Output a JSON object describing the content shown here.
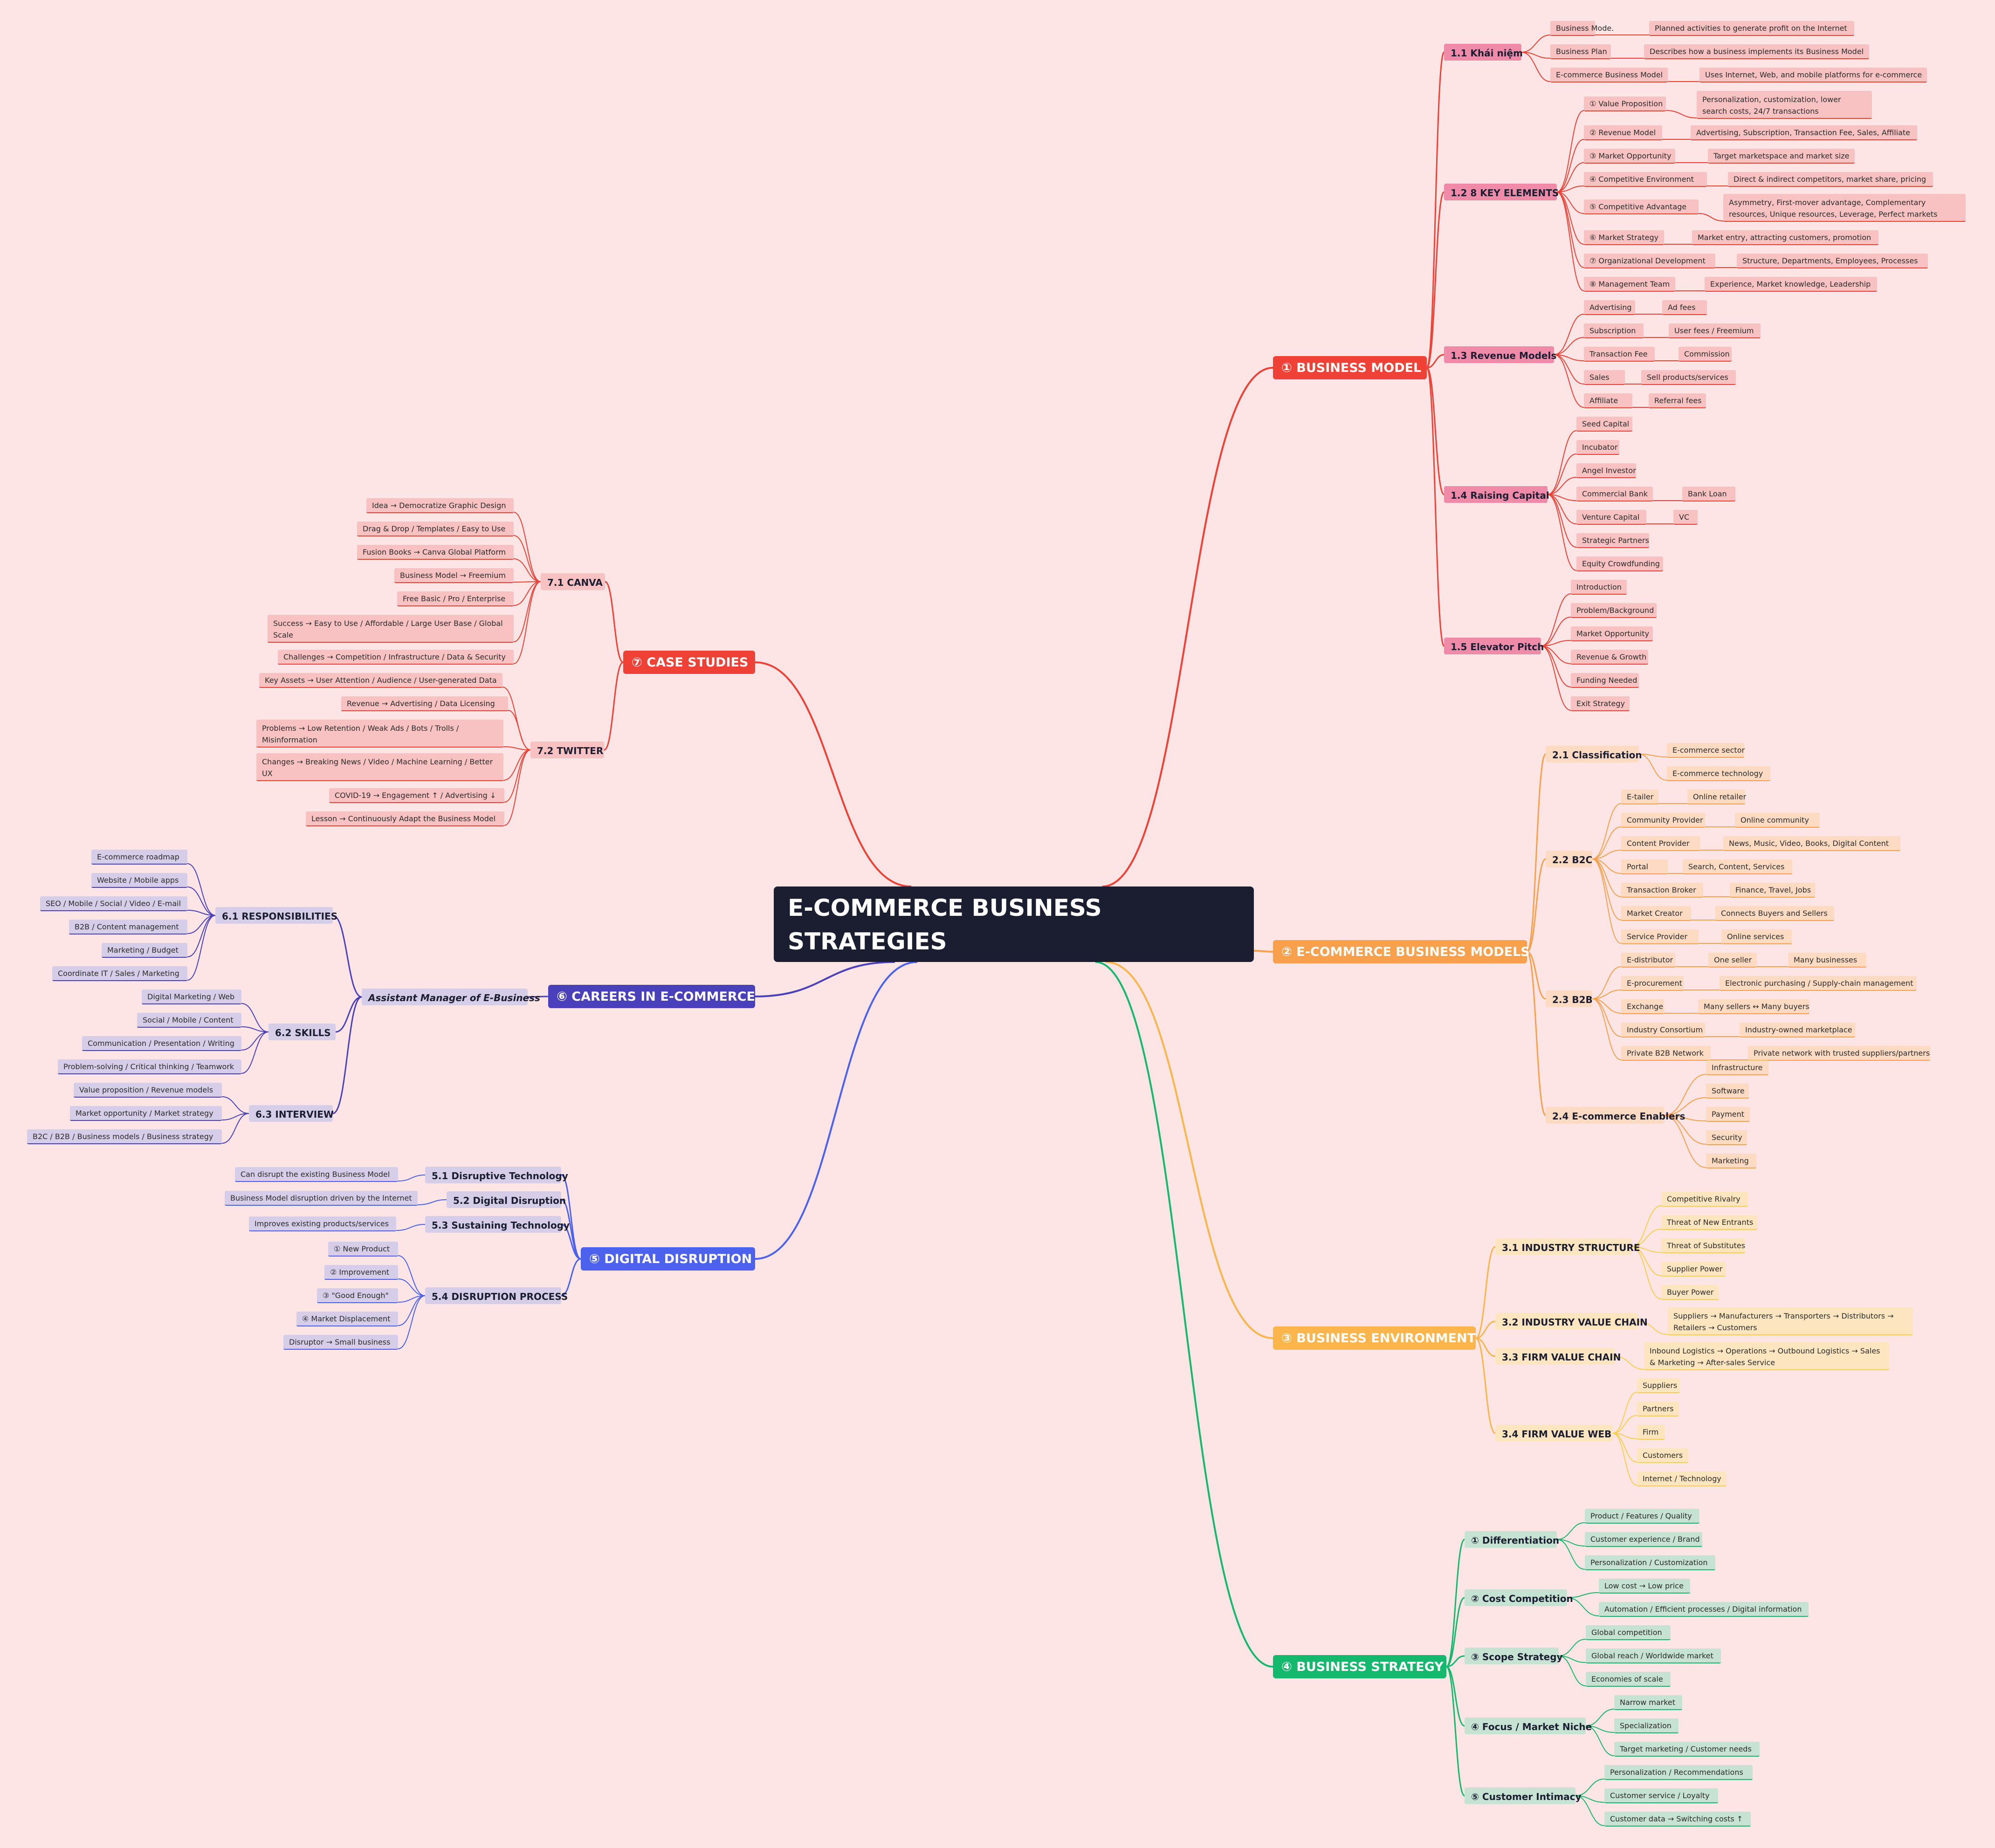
{
  "root": "E-COMMERCE BUSINESS STRATEGIES",
  "colors": {
    "background": "#fde5e5",
    "root": "#1b1e31",
    "business_model": "#ef4136",
    "ecommerce_models": "#f9a04c",
    "environment": "#fbb54b",
    "strategy": "#15b96e",
    "disruption": "#4c62ee",
    "careers": "#4a40bc",
    "case_studies": "#ef4136"
  },
  "branches": {
    "b1": {
      "title": "① BUSINESS MODEL",
      "s1": {
        "title": "1.1 Khái niệm",
        "items": [
          "Business Mode.",
          "Business Plan",
          "E-commerce Business Model"
        ],
        "details": [
          "Planned activities to generate profit on the Internet",
          "Describes how a business implements its Business Model",
          "Uses Internet, Web, and mobile platforms for e-commerce"
        ]
      },
      "s2": {
        "title": "1.2 8 KEY ELEMENTS",
        "items": [
          "① Value Proposition",
          "② Revenue Model",
          "③ Market Opportunity",
          "④ Competitive Environment",
          "⑤ Competitive Advantage",
          "⑥ Market Strategy",
          "⑦ Organizational Development",
          "⑧ Management Team"
        ],
        "details": [
          "Personalization, customization, lower search costs, 24/7 transactions",
          "Advertising, Subscription, Transaction Fee, Sales, Affiliate",
          "Target marketspace and market size",
          "Direct & indirect competitors, market share, pricing",
          "Asymmetry, First-mover advantage, Complementary resources, Unique resources, Leverage, Perfect markets",
          "Market entry, attracting customers, promotion",
          "Structure, Departments, Employees, Processes",
          "Experience, Market knowledge, Leadership"
        ]
      },
      "s3": {
        "title": "1.3 Revenue Models",
        "items": [
          "Advertising",
          "Subscription",
          "Transaction Fee",
          "Sales",
          "Affiliate"
        ],
        "details": [
          "Ad fees",
          "User fees / Freemium",
          "Commission",
          "Sell products/services",
          "Referral fees"
        ]
      },
      "s4": {
        "title": "1.4 Raising Capital",
        "items": [
          "Seed Capital",
          "Incubator",
          "Angel Investor",
          "Commercial Bank",
          "Venture Capital",
          "Strategic Partners",
          "Equity Crowdfunding"
        ],
        "details": [
          "Bank Loan",
          "VC"
        ]
      },
      "s5": {
        "title": "1.5 Elevator Pitch",
        "items": [
          "Introduction",
          "Problem/Background",
          "Market Opportunity",
          "Revenue & Growth",
          "Funding Needed",
          "Exit Strategy"
        ]
      }
    },
    "b2": {
      "title": "② E-COMMERCE BUSINESS MODELS",
      "s1": {
        "title": "2.1 Classification",
        "items": [
          "E-commerce sector",
          "E-commerce technology"
        ]
      },
      "s2": {
        "title": "2.2 B2C",
        "items": [
          "E-tailer",
          "Community Provider",
          "Content Provider",
          "Portal",
          "Transaction Broker",
          "Market Creator",
          "Service Provider"
        ],
        "details": [
          "Online retailer",
          "Online community",
          "News, Music, Video, Books, Digital Content",
          "Search, Content, Services",
          "Finance, Travel, Jobs",
          "Connects Buyers and Sellers",
          "Online services"
        ]
      },
      "s3": {
        "title": "2.3 B2B",
        "items": [
          "E-distributor",
          "E-procurement",
          "Exchange",
          "Industry Consortium",
          "Private B2B Network"
        ],
        "details": [
          "One seller",
          "Electronic purchasing / Supply-chain management",
          "Many sellers ↔ Many buyers",
          "Industry-owned marketplace",
          "Private network with trusted suppliers/partners"
        ],
        "extra": "Many businesses"
      },
      "s4": {
        "title": "2.4 E-commerce Enablers",
        "items": [
          "Infrastructure",
          "Software",
          "Payment",
          "Security",
          "Marketing"
        ]
      }
    },
    "b3": {
      "title": "③ BUSINESS ENVIRONMENT",
      "s1": {
        "title": "3.1 INDUSTRY STRUCTURE",
        "items": [
          "Competitive Rivalry",
          "Threat of New Entrants",
          "Threat of Substitutes",
          "Supplier Power",
          "Buyer Power"
        ]
      },
      "s2": {
        "title": "3.2 INDUSTRY VALUE CHAIN",
        "items": [
          "Suppliers → Manufacturers → Transporters → Distributors → Retailers → Customers"
        ]
      },
      "s3": {
        "title": "3.3 FIRM VALUE CHAIN",
        "items": [
          "Inbound Logistics → Operations → Outbound Logistics → Sales & Marketing → After-sales Service"
        ]
      },
      "s4": {
        "title": "3.4 FIRM VALUE WEB",
        "items": [
          "Suppliers",
          "Partners",
          "Firm",
          "Customers",
          "Internet / Technology"
        ]
      }
    },
    "b4": {
      "title": "④ BUSINESS STRATEGY",
      "s1": {
        "title": "① Differentiation",
        "items": [
          "Product / Features / Quality",
          "Customer experience / Brand",
          "Personalization / Customization"
        ]
      },
      "s2": {
        "title": "② Cost Competition",
        "items": [
          "Low cost → Low price",
          "Automation / Efficient processes / Digital information"
        ]
      },
      "s3": {
        "title": "③ Scope Strategy",
        "items": [
          "Global competition",
          "Global reach / Worldwide market",
          "Economies of scale"
        ]
      },
      "s4": {
        "title": "④ Focus / Market Niche",
        "items": [
          "Narrow market",
          "Specialization",
          "Target marketing / Customer needs"
        ]
      },
      "s5": {
        "title": "⑤ Customer Intimacy",
        "items": [
          "Personalization / Recommendations",
          "Customer service / Loyalty",
          "Customer data → Switching costs ↑"
        ]
      }
    },
    "b5": {
      "title": "⑤ DIGITAL DISRUPTION",
      "s1": {
        "title": "5.1 Disruptive Technology",
        "items": [
          "Can disrupt the existing Business Model"
        ]
      },
      "s2": {
        "title": "5.2 Digital Disruption",
        "items": [
          "Business Model disruption driven by the Internet"
        ]
      },
      "s3": {
        "title": "5.3 Sustaining Technology",
        "items": [
          "Improves existing products/services"
        ]
      },
      "s4": {
        "title": "5.4 DISRUPTION PROCESS",
        "items": [
          "① New Product",
          "② Improvement",
          "③ \"Good Enough\"",
          "④ Market Displacement",
          "Disruptor → Small business"
        ]
      }
    },
    "b6": {
      "title": "⑥ CAREERS IN E-COMMERCE",
      "role": "Assistant Manager of E-Business",
      "s1": {
        "title": "6.1 RESPONSIBILITIES",
        "items": [
          "E-commerce roadmap",
          "Website / Mobile apps",
          "SEO / Mobile / Social / Video / E-mail",
          "B2B / Content management",
          "Marketing / Budget",
          "Coordinate IT / Sales / Marketing"
        ]
      },
      "s2": {
        "title": "6.2 SKILLS",
        "items": [
          "Digital Marketing / Web",
          "Social / Mobile / Content",
          "Communication / Presentation / Writing",
          "Problem-solving / Critical thinking / Teamwork"
        ]
      },
      "s3": {
        "title": "6.3 INTERVIEW",
        "items": [
          "Value proposition / Revenue models",
          "Market opportunity / Market strategy",
          "B2C / B2B / Business models / Business strategy"
        ]
      }
    },
    "b7": {
      "title": "⑦ CASE STUDIES",
      "s1": {
        "title": "7.1 CANVA",
        "items": [
          "Idea → Democratize Graphic Design",
          "Drag & Drop / Templates / Easy to Use",
          "Fusion Books → Canva Global Platform",
          "Business Model → Freemium",
          "Free Basic / Pro / Enterprise",
          "Success → Easy to Use / Affordable / Large User Base / Global Scale",
          "Challenges → Competition / Infrastructure / Data & Security"
        ]
      },
      "s2": {
        "title": "7.2 TWITTER",
        "items": [
          "Key Assets → User Attention / Audience / User-generated Data",
          "Revenue → Advertising / Data Licensing",
          "Problems → Low Retention / Weak Ads / Bots / Trolls / Misinformation",
          "Changes → Breaking News / Video / Machine Learning / Better UX",
          "COVID-19 → Engagement ↑ / Advertising ↓",
          "Lesson → Continuously Adapt the Business Model"
        ]
      }
    }
  }
}
